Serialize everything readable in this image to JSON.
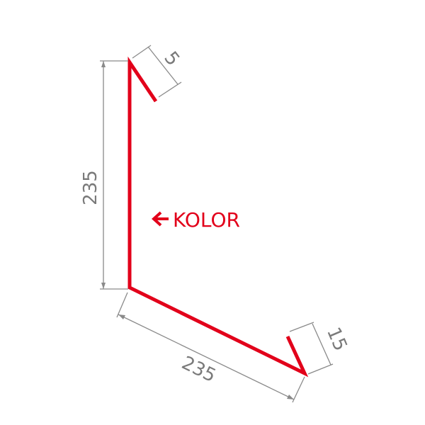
{
  "diagram": {
    "dimensions": {
      "top_hem": "5",
      "vertical_leg": "235",
      "horizontal_leg": "235",
      "bottom_hem": "15"
    },
    "label": {
      "arrow_icon": "left-arrow-icon",
      "text": "KOLOR"
    },
    "colors": {
      "profile": "#e2001a",
      "dimension": "#8a8a8a",
      "background": "#ffffff"
    }
  }
}
